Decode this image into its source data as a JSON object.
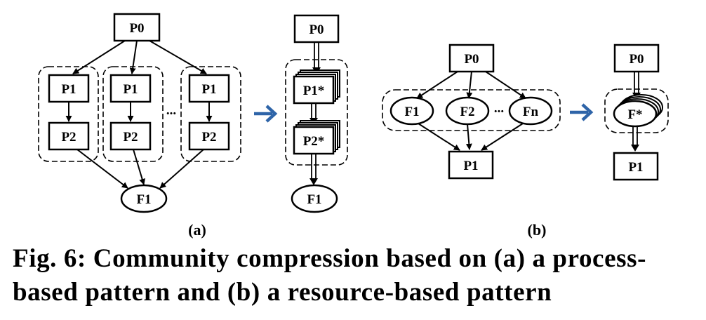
{
  "diagram_a": {
    "nodes": {
      "p0": "P0",
      "p1": "P1",
      "p2": "P2",
      "f1": "F1",
      "p1_star": "P1*",
      "p2_star": "P2*",
      "ellipsis": "..."
    },
    "label": "(a)"
  },
  "diagram_b": {
    "nodes": {
      "p0": "P0",
      "f1": "F1",
      "f2": "F2",
      "fn": "Fn",
      "p1": "P1",
      "f_star": "F*",
      "ellipsis": "..."
    },
    "label": "(b)"
  },
  "arrow_color": "#2e64a8",
  "caption": "Fig. 6: Community compression based on (a) a process-based pattern and (b) a resource-based pattern"
}
